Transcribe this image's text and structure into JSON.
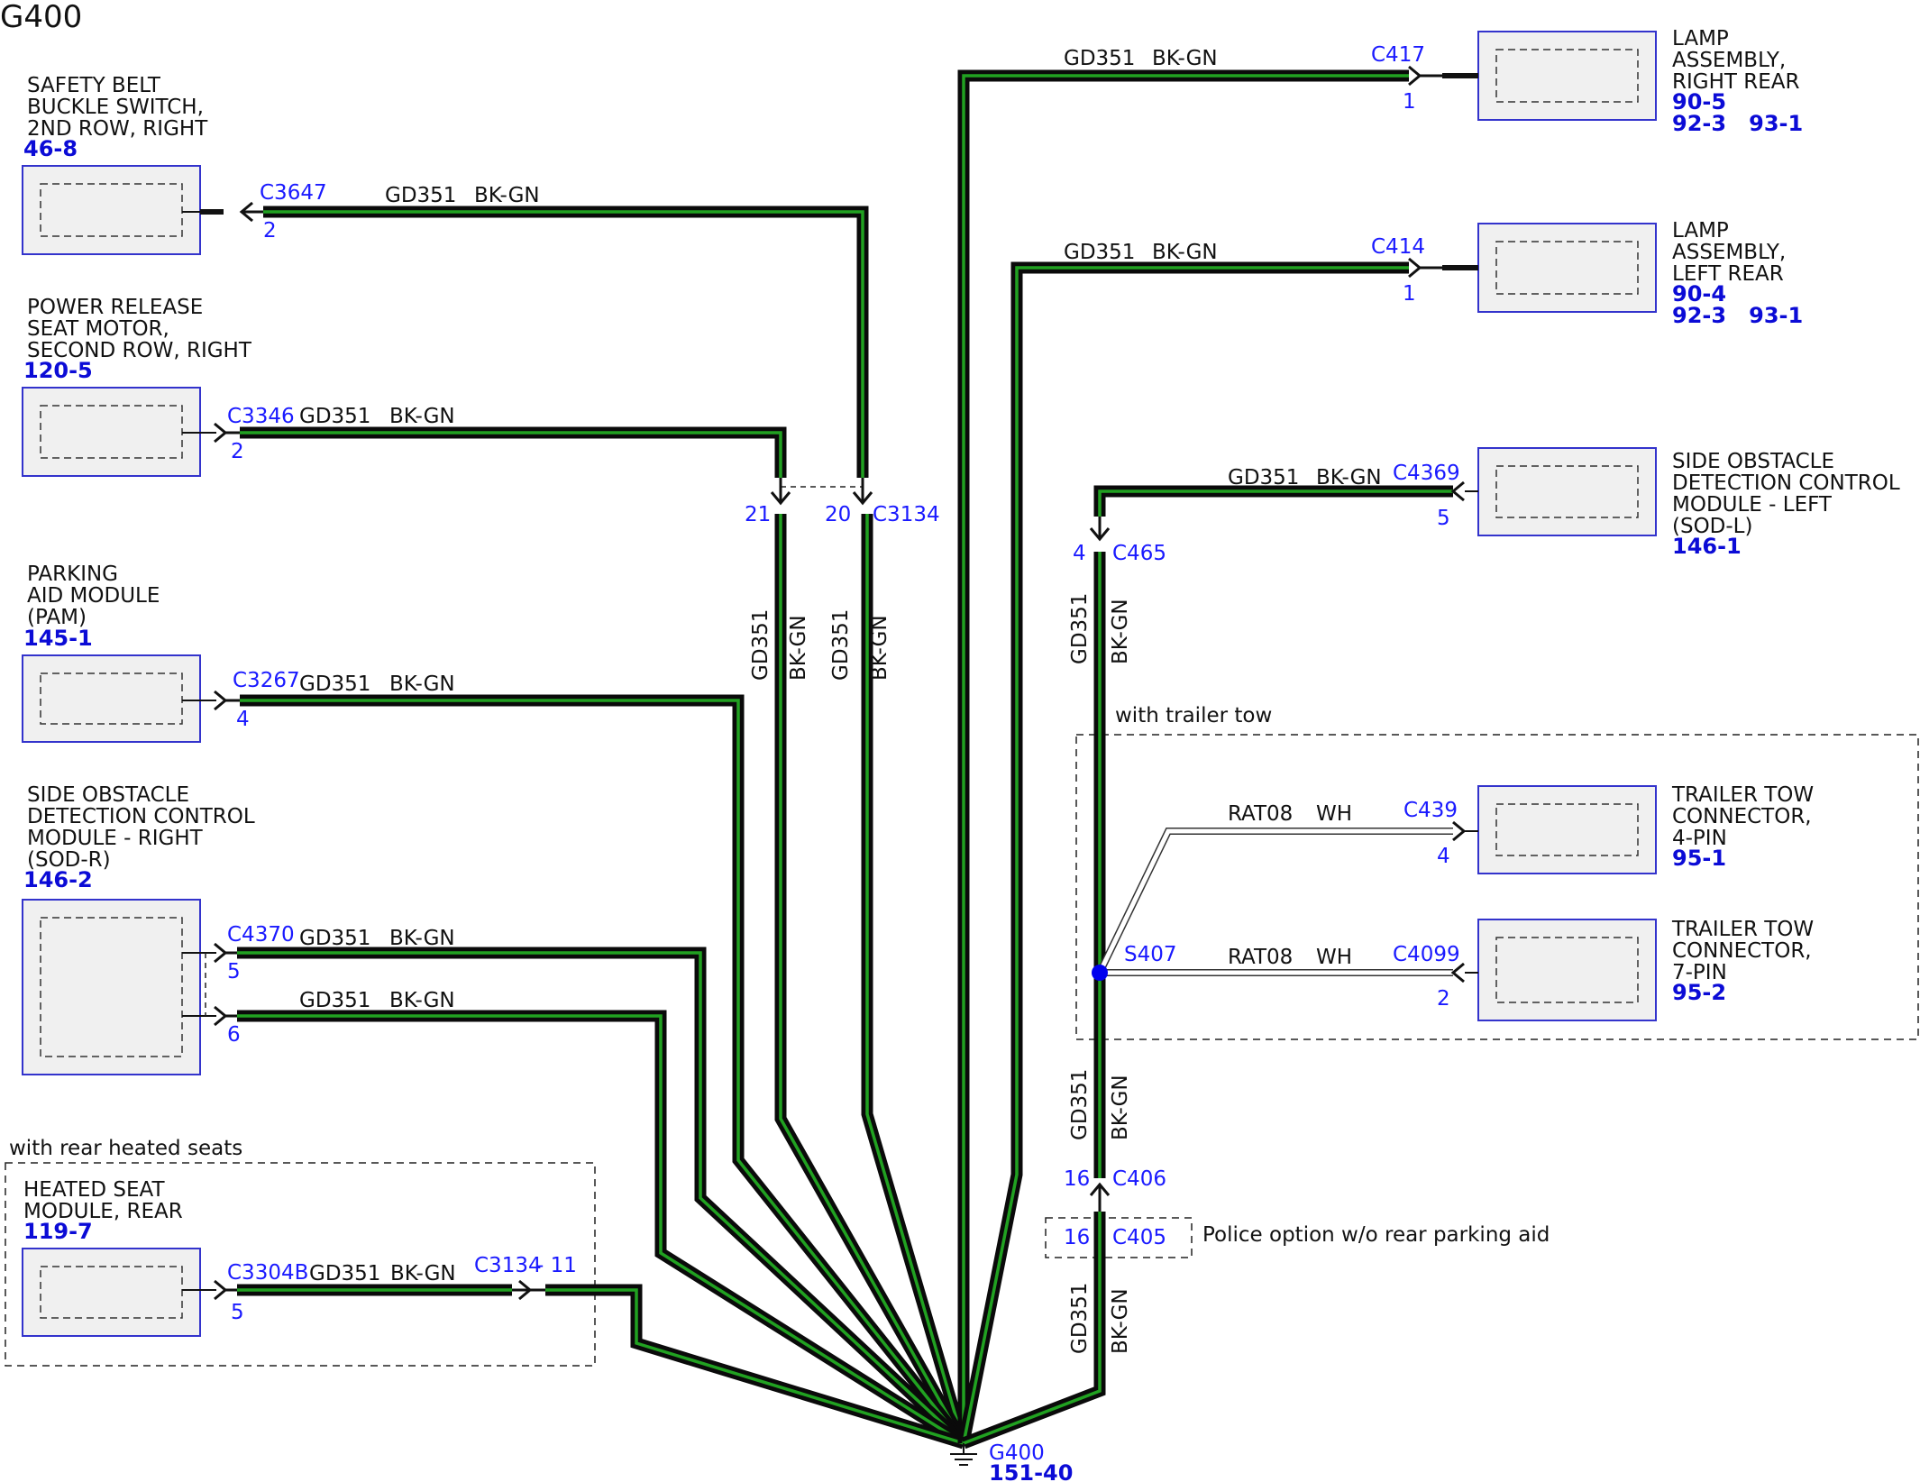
{
  "title": "G400",
  "ground": {
    "connector": "G400",
    "ref": "151-40"
  },
  "components": {
    "safety_belt": {
      "name_lines": [
        "SAFETY BELT",
        "BUCKLE SWITCH,",
        "2ND ROW, RIGHT"
      ],
      "ref": "46-8",
      "connector": "C3647",
      "pin": "2",
      "circuit": "GD351",
      "color": "BK-GN"
    },
    "power_release": {
      "name_lines": [
        "POWER RELEASE",
        "SEAT MOTOR,",
        "SECOND ROW, RIGHT"
      ],
      "ref": "120-5",
      "connector": "C3346",
      "pin": "2",
      "circuit": "GD351",
      "color": "BK-GN"
    },
    "pam": {
      "name_lines": [
        "PARKING",
        "AID MODULE",
        "(PAM)"
      ],
      "ref": "145-1",
      "connector": "C3267",
      "pin": "4",
      "circuit": "GD351",
      "color": "BK-GN"
    },
    "sod_r": {
      "name_lines": [
        "SIDE OBSTACLE",
        "DETECTION CONTROL",
        "MODULE - RIGHT",
        "(SOD-R)"
      ],
      "ref": "146-2",
      "connector": "C4370",
      "pin_a": "5",
      "pin_b": "6",
      "circuit": "GD351",
      "color": "BK-GN"
    },
    "heated_seat": {
      "name_lines": [
        "HEATED SEAT",
        "MODULE, REAR"
      ],
      "ref": "119-7",
      "connector": "C3304B",
      "pin": "5",
      "circuit": "GD351",
      "color": "BK-GN",
      "inline_connector": "C3134",
      "inline_pin": "- 11",
      "option_label": "with rear heated seats"
    },
    "lamp_rr": {
      "name_lines": [
        "LAMP",
        "ASSEMBLY,",
        "RIGHT REAR"
      ],
      "refs": [
        "90-5",
        "92-3   93-1"
      ],
      "connector": "C417",
      "pin": "1",
      "circuit": "GD351",
      "color": "BK-GN"
    },
    "lamp_lr": {
      "name_lines": [
        "LAMP",
        "ASSEMBLY,",
        "LEFT REAR"
      ],
      "refs": [
        "90-4",
        "92-3   93-1"
      ],
      "connector": "C414",
      "pin": "1",
      "circuit": "GD351",
      "color": "BK-GN"
    },
    "sod_l": {
      "name_lines": [
        "SIDE OBSTACLE",
        "DETECTION CONTROL",
        "MODULE - LEFT",
        "(SOD-L)"
      ],
      "ref": "146-1",
      "connector": "C4369",
      "pin": "5",
      "circuit": "GD351",
      "color": "BK-GN"
    },
    "tt4": {
      "name_lines": [
        "TRAILER TOW",
        "CONNECTOR,",
        "4-PIN"
      ],
      "ref": "95-1",
      "connector": "C439",
      "pin": "4",
      "circuit": "RAT08",
      "color": "WH"
    },
    "tt7": {
      "name_lines": [
        "TRAILER TOW",
        "CONNECTOR,",
        "7-PIN"
      ],
      "ref": "95-2",
      "connector": "C4099",
      "pin": "2",
      "circuit": "RAT08",
      "color": "WH"
    }
  },
  "inline": {
    "c3134": {
      "connector": "C3134",
      "pin_a": "21",
      "pin_b": "20"
    },
    "c465": {
      "connector": "C465",
      "pin": "4"
    },
    "c406": {
      "connector": "C406",
      "pin": "16"
    },
    "c405": {
      "connector": "C405",
      "pin": "16",
      "note": "Police option w/o rear parking aid"
    }
  },
  "splice": {
    "id": "S407"
  },
  "trailer_option_label": "with trailer tow",
  "vertical_labels": {
    "circuit": "GD351",
    "color": "BK-GN"
  },
  "colors": {
    "wire_outer": "#0a0a0a",
    "wire_inner": "#21a121",
    "connector_text": "#1a1aff",
    "ref_text": "#0b0bd6",
    "component_border": "#3333cc",
    "splice": "#0000ee"
  }
}
